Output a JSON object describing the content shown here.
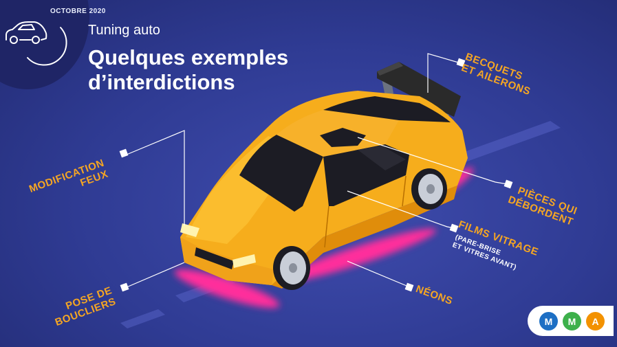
{
  "header": {
    "date": "OCTOBRE 2020",
    "subtitle": "Tuning auto",
    "title": "Quelques exemples d’interdictions"
  },
  "annotations": {
    "becquets": [
      "BECQUETS",
      "ET AILERONS"
    ],
    "modification": [
      "MODIFICATION",
      "FEUX"
    ],
    "pieces": [
      "PIÈCES QUI",
      "DÉBORDENT"
    ],
    "films": [
      "FILMS VITRAGE"
    ],
    "films_note": [
      "(PARE-BRISE",
      "ET VITRES AVANT)"
    ],
    "pose": [
      "POSE DE",
      "BOUCLIERS"
    ],
    "neons": [
      "NÉONS"
    ]
  },
  "logo": {
    "letters": [
      "M",
      "M",
      "A"
    ],
    "colors": [
      "#1d6fc4",
      "#3db04b",
      "#f39200"
    ]
  },
  "colors": {
    "background": "#2f3b93",
    "accent": "#f5a623",
    "car_body": "#f6ad1c",
    "neon": "#ff2d9b"
  },
  "icons": [
    "car-icon"
  ]
}
